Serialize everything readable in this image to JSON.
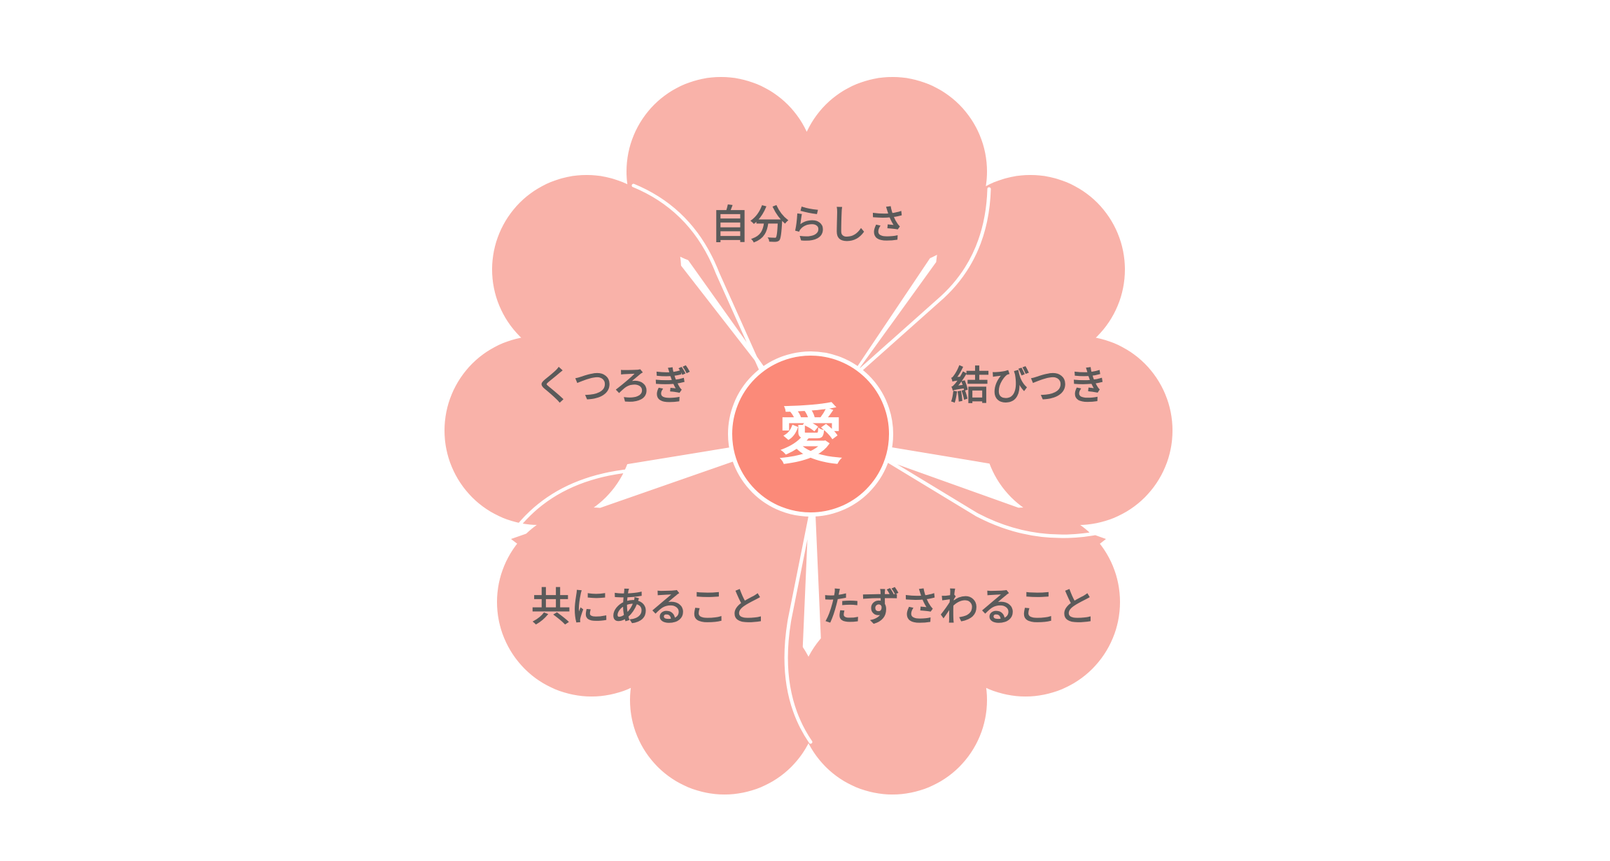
{
  "diagram": {
    "center": {
      "label": "愛"
    },
    "petals": [
      {
        "id": "top",
        "label": "自分らしさ"
      },
      {
        "id": "right",
        "label": "結びつき"
      },
      {
        "id": "bottom-right",
        "label": "たずさわること"
      },
      {
        "id": "bottom-left",
        "label": "共にあること"
      },
      {
        "id": "left",
        "label": "くつろぎ"
      }
    ]
  },
  "colors": {
    "petal": "#f9b2a9",
    "center": "#fb8a79",
    "divider": "#ffffff",
    "label_text": "#5a5a5a",
    "center_text": "#ffffff",
    "background": "#ffffff"
  }
}
